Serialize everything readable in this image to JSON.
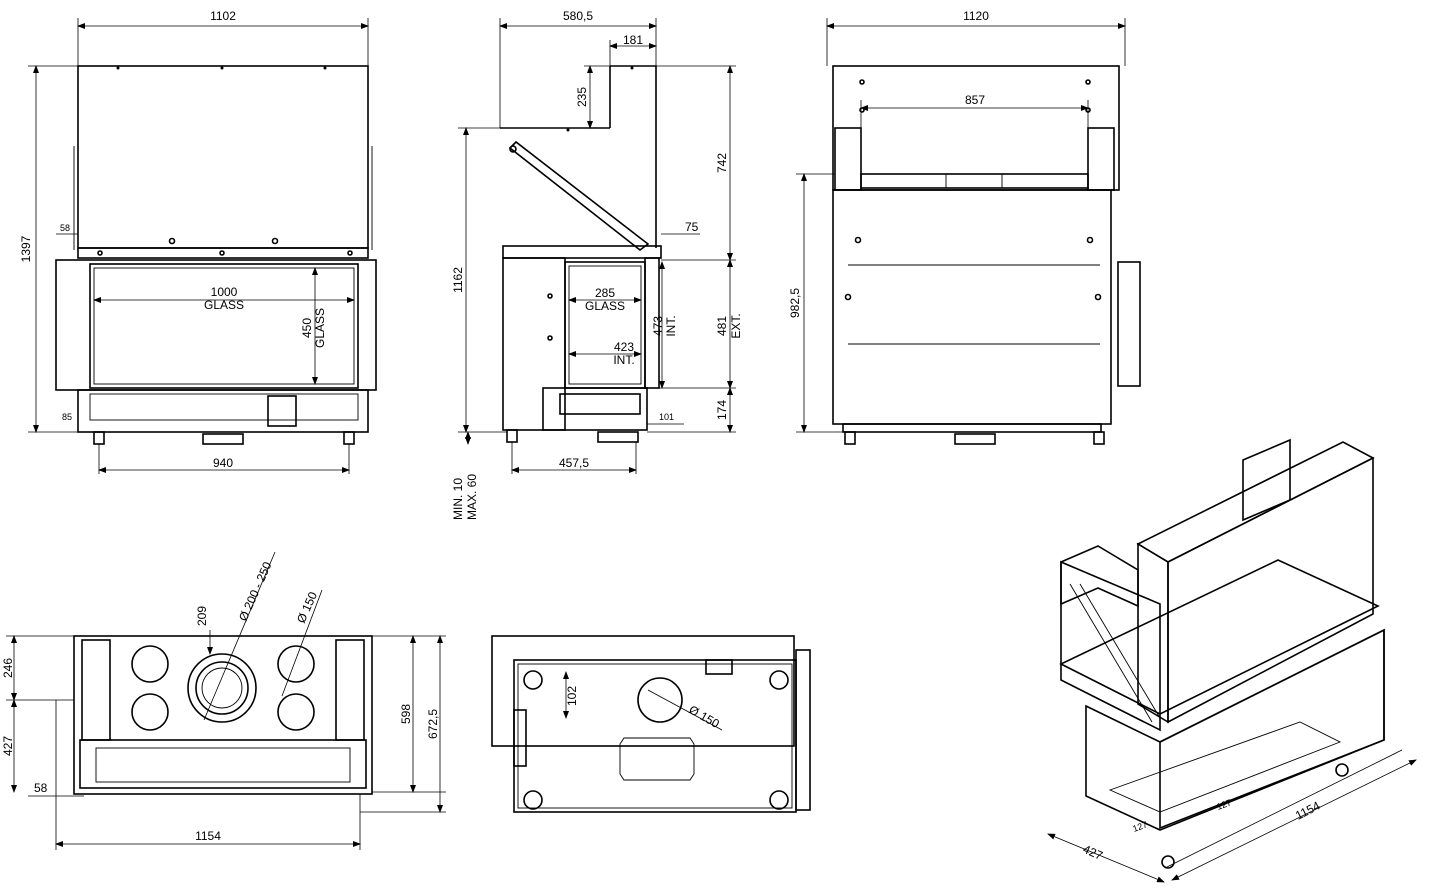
{
  "colors": {
    "line": "#000000",
    "background": "#ffffff"
  },
  "front_view": {
    "overall_width": "1102",
    "overall_height": "1397",
    "side_offset": "58",
    "glass_width": "1000",
    "glass_width_label": "GLASS",
    "glass_height": "450",
    "glass_height_label": "GLASS",
    "bottom_offset": "85",
    "feet_span": "940"
  },
  "side_view": {
    "depth": "580,5",
    "collar_depth": "181",
    "collar_height": "235",
    "upper_height": "742",
    "total_height": "1162",
    "frame_offset": "75",
    "glass_depth": "285",
    "glass_depth_label": "GLASS",
    "int_height": "473",
    "int_height_label": "INT.",
    "ext_height": "481",
    "ext_height_label": "EXT.",
    "int_depth": "423",
    "int_depth_label": "INT.",
    "base_height": "174",
    "base_offset": "101",
    "feet_span": "457,5",
    "feet_min": "MIN. 10",
    "feet_max": "MAX. 60"
  },
  "back_view": {
    "overall_width": "1120",
    "top_width": "857",
    "body_height": "982,5"
  },
  "top_view": {
    "flue_diameter": "Ø 200 - 250",
    "air_diameter": "Ø 150",
    "flue_offset": "209",
    "rear_offset": "246",
    "front_offset": "427",
    "side_offset": "58",
    "depth": "598",
    "total_depth": "672,5",
    "overall_width": "1154"
  },
  "bottom_view": {
    "inlet_offset": "102",
    "inlet_diameter": "Ø 150"
  },
  "iso_view": {
    "width": "1154",
    "depth": "427",
    "corner_a": "127",
    "corner_b": "127"
  }
}
